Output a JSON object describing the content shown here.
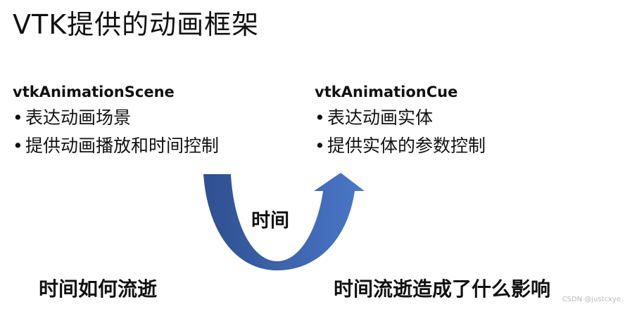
{
  "title": "VTK提供的动画框架",
  "scene": {
    "heading": "vtkAnimationScene",
    "bullets": [
      "表达动画场景",
      "提供动画播放和时间控制"
    ]
  },
  "cue": {
    "heading": "vtkAnimationCue",
    "bullets": [
      "表达动画实体",
      "提供实体的参数控制"
    ]
  },
  "bullet_glyph": "•",
  "arrow_label": "时间",
  "bottom_left": "时间如何流逝",
  "bottom_right": "时间流逝造成了什么影响",
  "watermark": "CSDN @justcxye",
  "colors": {
    "arrow_dark": "#2f4f8f",
    "arrow_light": "#4a78c9"
  }
}
